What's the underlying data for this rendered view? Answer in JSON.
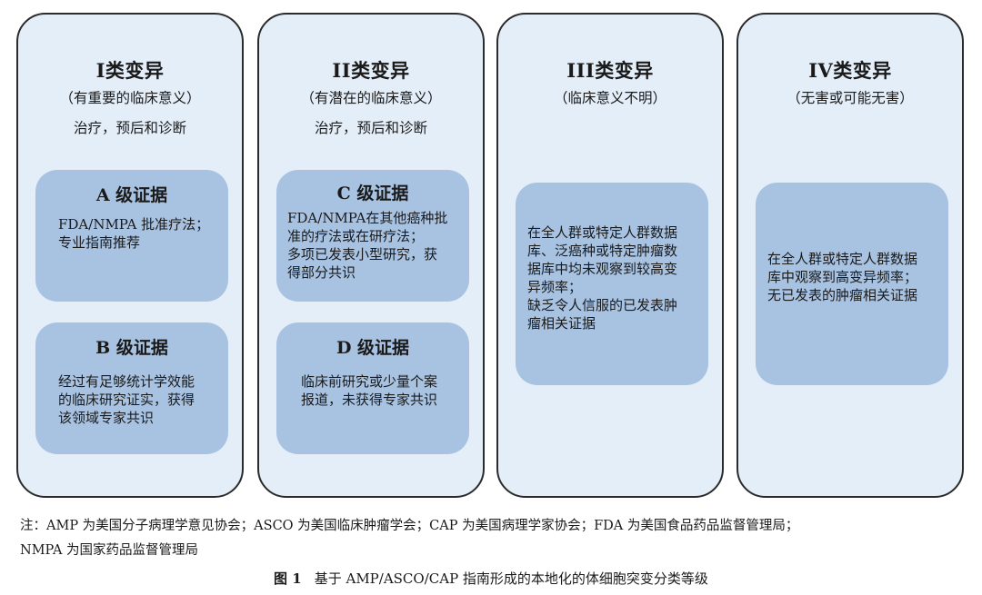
{
  "columns": [
    {
      "title": "I类变异",
      "subtitle": "（有重要的临床意义）",
      "scope": "治疗，预后和诊断",
      "boxes": [
        {
          "title": "A 级证据",
          "text": "FDA/NMPA 批准疗法；\n专业指南推荐"
        },
        {
          "title": "B 级证据",
          "text": "经过有足够统计学效能\n的临床研究证实，获得\n该领域专家共识"
        }
      ]
    },
    {
      "title": "II类变异",
      "subtitle": "（有潜在的临床意义）",
      "scope": "治疗，预后和诊断",
      "boxes": [
        {
          "title": "C 级证据",
          "text": "FDA/NMPA在其他癌种批\n准的疗法或在研疗法；\n多项已发表小型研究，获\n得部分共识"
        },
        {
          "title": "D 级证据",
          "text": "临床前研究或少量个案\n报道，未获得专家共识"
        }
      ]
    },
    {
      "title": "III类变异",
      "subtitle": "（临床意义不明）",
      "boxes": [
        {
          "text": "在全人群或特定人群数据\n库、泛癌种或特定肿瘤数\n据库中均未观察到较高变\n异频率；\n缺乏令人信服的已发表肿\n瘤相关证据"
        }
      ]
    },
    {
      "title": "IV类变异",
      "subtitle": "（无害或可能无害）",
      "boxes": [
        {
          "text": "在全人群或特定人群数据\n库中观察到高变异频率；\n无已发表的肿瘤相关证据"
        }
      ]
    }
  ],
  "note": "注：AMP 为美国分子病理学意见协会；ASCO 为美国临床肿瘤学会；CAP 为美国病理学家协会；FDA 为美国食品药品监督管理局；\nNMPA 为国家药品监督管理局",
  "caption": {
    "label": "图 1",
    "text": "基于 AMP/ASCO/CAP 指南形成的本地化的体细胞突变分类等级"
  }
}
